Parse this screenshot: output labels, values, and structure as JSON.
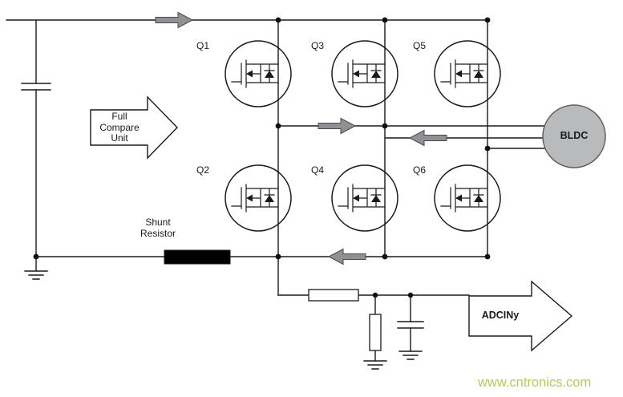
{
  "labels": {
    "q1": "Q1",
    "q2": "Q2",
    "q3": "Q3",
    "q4": "Q4",
    "q5": "Q5",
    "q6": "Q6",
    "full_compare_unit": "Full\nCompare\nUnit",
    "shunt_resistor": "Shunt\nResistor",
    "adc_input": "ADCINy",
    "motor": "BLDC",
    "watermark": "www.cntronics.com"
  },
  "colors": {
    "wire": "#1a1a1a",
    "flow_arrow_fill": "#8f9194",
    "flow_arrow_stroke": "#4a4a4a",
    "motor_fill": "#b9babc",
    "shunt_fill": "#000000",
    "component_fill": "#ffffff",
    "watermark": "#b4c862",
    "background": "#ffffff"
  }
}
